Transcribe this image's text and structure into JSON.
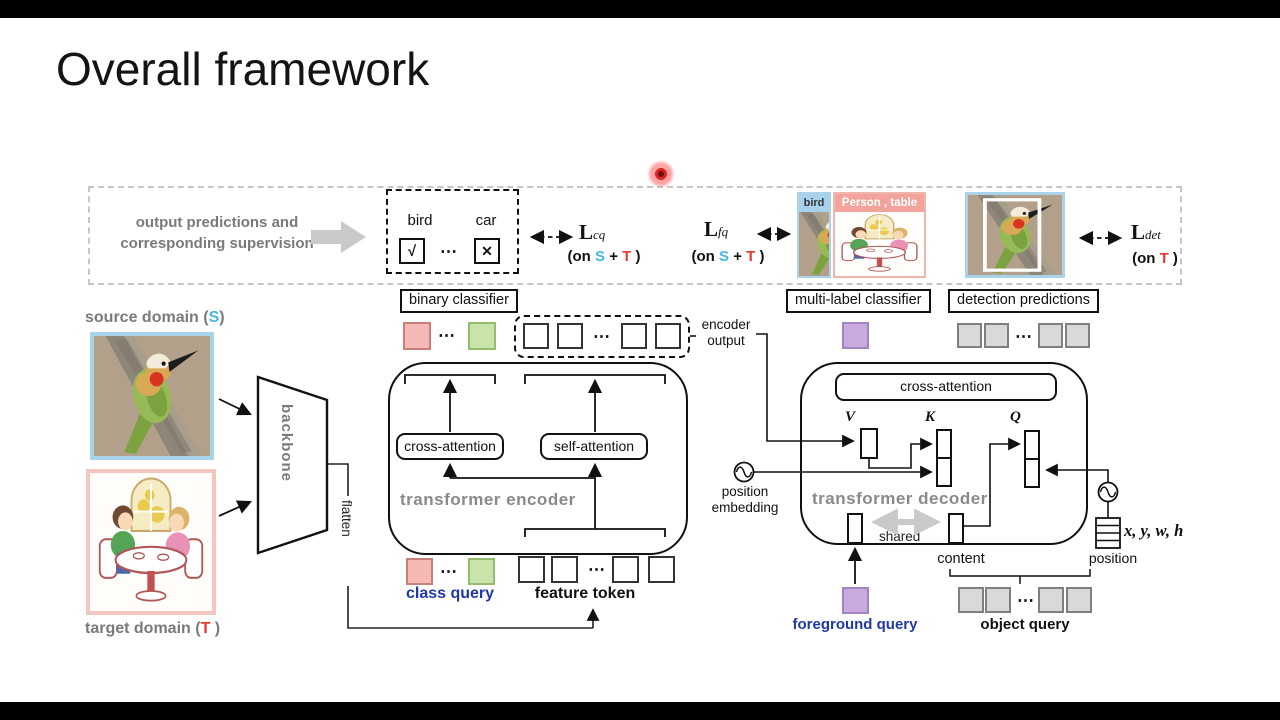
{
  "title": "Overall framework",
  "misc": {
    "ellipsis": "⋯",
    "check": "√",
    "cross": "✕"
  },
  "supervision": {
    "caption1": "output predictions and",
    "caption2": "corresponding supervision",
    "bird": "bird",
    "car": "car",
    "loss_cq_sym": "L",
    "loss_cq_sub": "cq",
    "loss_fq_sym": "L",
    "loss_fq_sub": "fq",
    "loss_det_sym": "L",
    "loss_det_sub": "det",
    "on_pre": "(on ",
    "s": "S",
    "plus": " + ",
    "t": "T",
    "on_post": " )",
    "tag_bird": "bird",
    "tag_person_table": "Person ,  table"
  },
  "classifiers": {
    "binary": "binary classifier",
    "multi_label": "multi-label classifier",
    "detection": "detection predictions"
  },
  "left_panel": {
    "source_pre": "source domain (",
    "source_s": "S",
    "source_post": ")",
    "target_pre": "target domain (",
    "target_t": "T",
    "target_post": " )",
    "backbone": "backbone",
    "flatten": "flatten"
  },
  "encoder": {
    "name": "transformer encoder",
    "cross_attention": "cross-attention",
    "self_attention": "self-attention"
  },
  "decoder": {
    "name": "transformer decoder",
    "cross_attention": "cross-attention",
    "v": "V",
    "k": "K",
    "q": "Q",
    "shared": "shared",
    "pos_emb1": "position",
    "pos_emb2": "embedding"
  },
  "io": {
    "encoder_output1": "encoder",
    "encoder_output2": "output",
    "class_query": "class query",
    "feature_token": "feature token",
    "foreground_query": "foreground query",
    "object_query": "object query",
    "content": "content",
    "position": "position",
    "xywh": "x, y, w, h"
  },
  "colors": {
    "source_accent": "#a9d3ea",
    "source_letter": "#45b7e6",
    "target_accent": "#f4c6c2",
    "target_letter": "#e8392f",
    "class_query_pink": "#f5b9b5",
    "class_query_green": "#c9e4ab",
    "foreground_purple": "#c9aade",
    "object_gray": "#d9d9d9",
    "query_label_blue": "#2038a8",
    "muted_text": "#7a7a7a"
  }
}
